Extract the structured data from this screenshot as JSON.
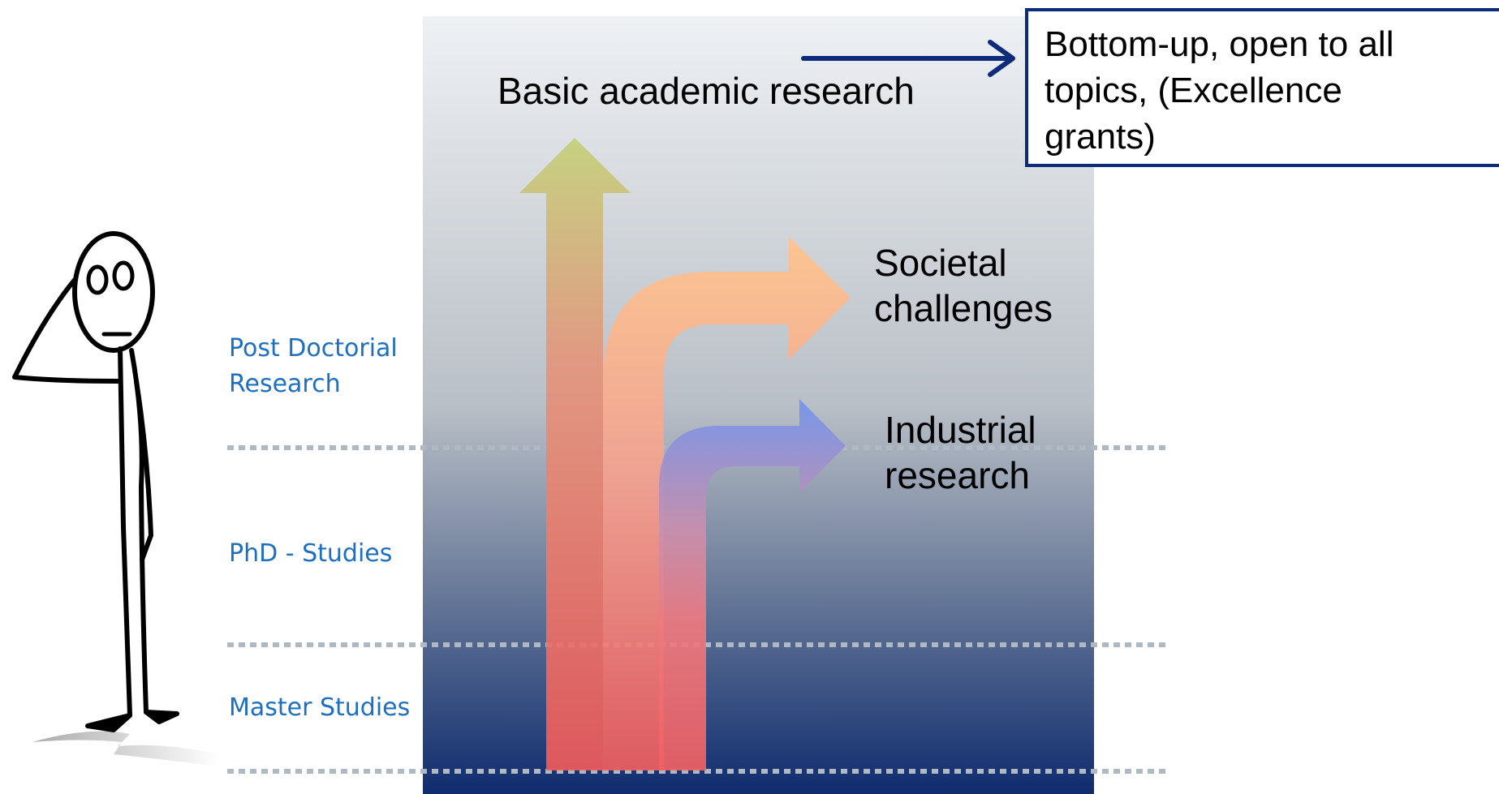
{
  "labels": {
    "basic": "Basic academic research",
    "societal": [
      "Societal",
      "challenges"
    ],
    "industrial": [
      "Industrial",
      "research"
    ],
    "callout": [
      "Bottom-up, open to all",
      "topics, (Excellence",
      "grants)"
    ]
  },
  "stages": [
    {
      "id": "postdoc",
      "lines": [
        "Post Doctorial",
        "Research"
      ]
    },
    {
      "id": "phd",
      "lines": [
        "PhD - Studies"
      ]
    },
    {
      "id": "master",
      "lines": [
        "Master Studies"
      ]
    }
  ],
  "colors": {
    "gradient_top": "#eef1f4",
    "gradient_mid": "#b6bcc4",
    "gradient_bottom": "#0f2c6e",
    "arrow_green": "#c2cf74",
    "arrow_red": "#ef5a5a",
    "arrow_orange": "#ffc28a",
    "arrow_blue": "#6f93ee",
    "stage_text": "#1f6fbf",
    "callout_border": "#0d2b7a",
    "dotted_line": "#aeb9c4"
  },
  "icons": [
    "stick-figure-icon",
    "right-arrow-icon"
  ]
}
